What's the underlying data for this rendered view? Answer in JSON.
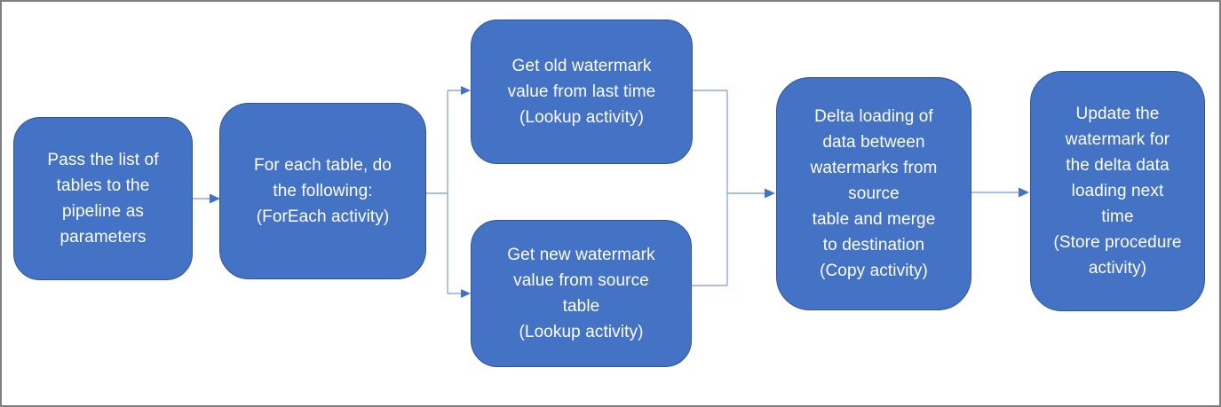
{
  "diagram": {
    "type": "flowchart",
    "nodes": [
      {
        "id": "pass-list",
        "label": [
          "Pass the list of",
          "tables to the",
          "pipeline as",
          "parameters"
        ]
      },
      {
        "id": "for-each",
        "label": [
          "For each table, do",
          "the following:",
          "(ForEach activity)"
        ]
      },
      {
        "id": "get-old-watermark",
        "label": [
          "Get old watermark",
          "value from last time",
          "(Lookup activity)"
        ]
      },
      {
        "id": "get-new-watermark",
        "label": [
          "Get new watermark",
          "value from source",
          "table",
          "(Lookup activity)"
        ]
      },
      {
        "id": "delta-loading",
        "label": [
          "Delta loading of",
          "data between",
          "watermarks from",
          "source",
          "table and merge",
          "to destination",
          "(Copy activity)"
        ]
      },
      {
        "id": "update-watermark",
        "label": [
          "Update the",
          "watermark for",
          "the delta data",
          "loading next",
          "time",
          "(Store procedure",
          "activity)"
        ]
      }
    ],
    "edges": [
      {
        "from": "pass-list",
        "to": "for-each"
      },
      {
        "from": "for-each",
        "to": "get-old-watermark"
      },
      {
        "from": "for-each",
        "to": "get-new-watermark"
      },
      {
        "from": "get-old-watermark",
        "to": "delta-loading"
      },
      {
        "from": "get-new-watermark",
        "to": "delta-loading"
      },
      {
        "from": "delta-loading",
        "to": "update-watermark"
      }
    ],
    "colors": {
      "node_fill": "#4472C4",
      "node_border": "#2F5597",
      "node_text": "#FFFFFF",
      "connector_line": "#8FAADC",
      "arrowhead": "#4472C4",
      "frame_border": "#7F7F7F",
      "background": "#FFFFFF"
    }
  }
}
